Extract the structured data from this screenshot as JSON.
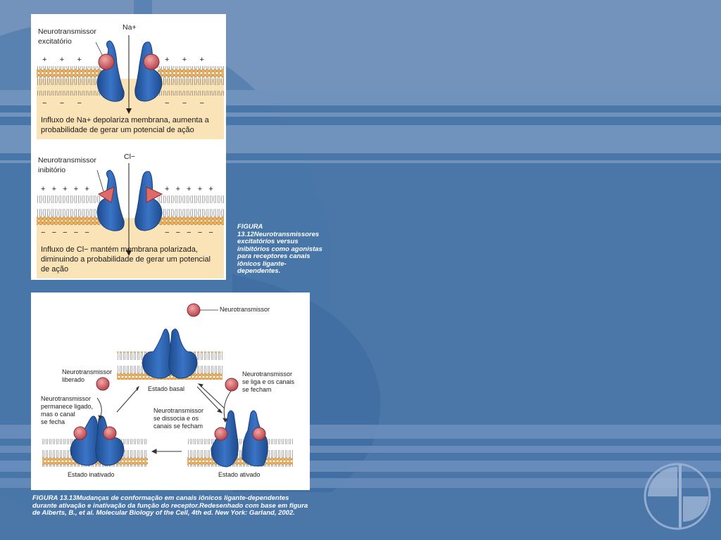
{
  "slide": {
    "background_color": "#4a76a8",
    "band_color": "#6f93bd",
    "accent_color": "#3d6a9e"
  },
  "figure_13_12": {
    "top_panel": {
      "neurotransmitter_label": [
        "Neurotransmissor",
        "excitatório"
      ],
      "ion_label": "Na+",
      "caption_band_color": "#fbe3b8",
      "caption_lines": [
        "Influxo de Na+ depolariza membrana, aumenta a",
        "probabilidade de gerar um potencial de ação"
      ]
    },
    "bottom_panel": {
      "neurotransmitter_label": [
        "Neurotransmissor",
        "inibitório"
      ],
      "ion_label": "Cl−",
      "caption_band_color": "#fbe3b8",
      "caption_lines": [
        "Influxo de Cl− mantém membrana polarizada,",
        "diminuindo a probabilidade de gerar um potencial",
        "de ação"
      ]
    },
    "plus_sign": "+",
    "minus_sign": "−",
    "caption": "FIGURA 13.12Neurotransmissores excitatórios versus inibitórios como agonistas para receptores canais iônicos ligante-dependentes."
  },
  "figure_13_13": {
    "legend_label": "Neurotransmissor",
    "state_basal": "Estado basal",
    "state_activated": "Estado ativado",
    "state_inactivated": "Estado inativado",
    "note_released": [
      "Neurotransmissor",
      "liberado"
    ],
    "note_binds": [
      "Neurotransmissor",
      "se liga e os canais",
      "se fecham"
    ],
    "note_dissociates": [
      "Neurotransmissor",
      "se dissocia e os",
      "canais se fecham"
    ],
    "note_remains": [
      "Neurotransmissor",
      "permanece ligado,",
      "mas o canal",
      "se fecha"
    ],
    "caption": "FIGURA 13.13Mudanças de conformação em canais iônicos ligante-dependentes durante ativação e inativação da função do receptor.Redesenhado com base em figura de Alberts, B., et al. Molecular Biology of the Cell, 4th ed. New York: Garland, 2002."
  },
  "icons": {
    "logo": "publisher-logo-icon",
    "ligand": "neurotransmitter-ball-icon",
    "inhibitor": "inhibitor-triangle-icon"
  },
  "colors": {
    "channel_blue": "#2f64b5",
    "channel_dark": "#1e4a8c",
    "ligand_red": "#c9545a",
    "lipid_head": "#e9b060"
  }
}
